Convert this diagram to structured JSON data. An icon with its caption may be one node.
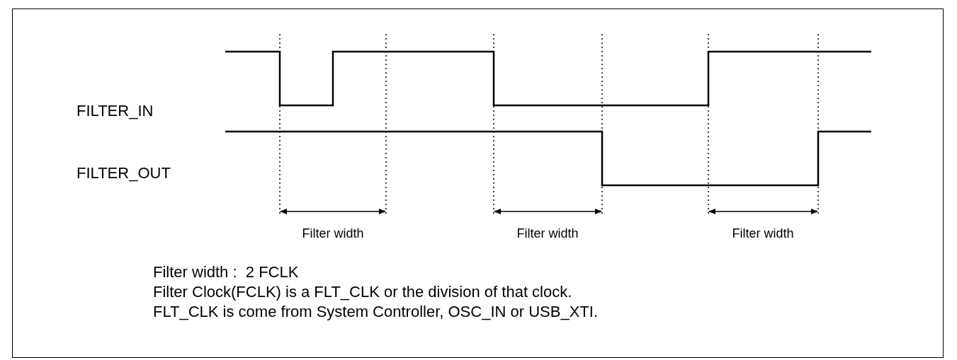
{
  "diagram": {
    "labels": [
      "FILTER_IN",
      "FILTER_OUT",
      "Filter width",
      "Filter width",
      "Filter width",
      "Filter width :  2 FCLK",
      "Filter Clock(FCLK) is a FLT_CLK or the division of that clock.",
      "FLT_CLK is come from System Controller, OSC_IN or USB_XTI."
    ]
  }
}
